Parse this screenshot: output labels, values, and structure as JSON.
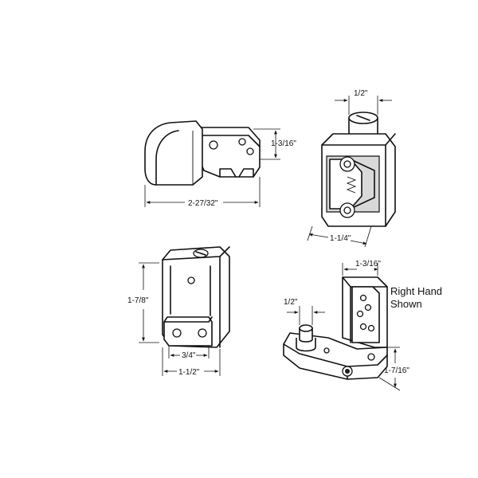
{
  "dimensions": {
    "part1_height": "1-3/16\"",
    "part1_length": "2-27/32\"",
    "part2_pin_diameter": "1/2\"",
    "part2_width": "1-1/4\"",
    "part3_height": "1-7/8\"",
    "part3_plate_width": "3/4\"",
    "part3_width": "1-1/2\"",
    "part4_pin_diameter": "1/2\"",
    "part4_bracket_width": "1-3/16\"",
    "part4_depth": "1-7/16\""
  },
  "note": {
    "line1": "Right Hand",
    "line2": "Shown"
  }
}
